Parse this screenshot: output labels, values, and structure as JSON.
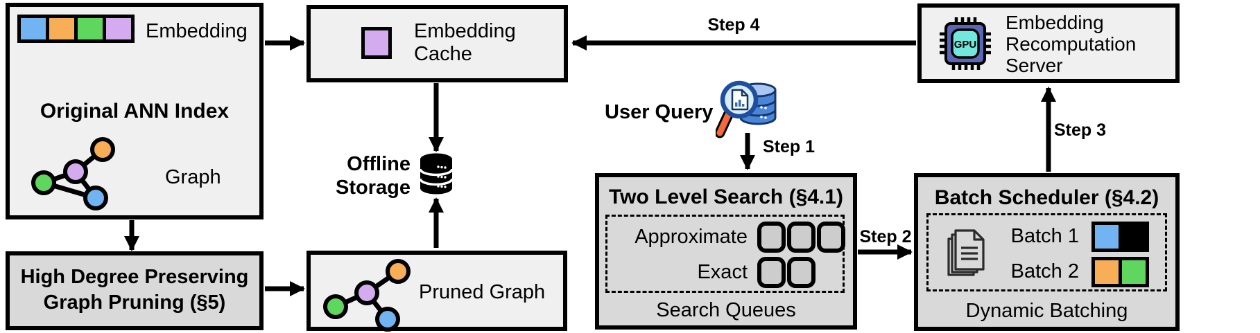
{
  "figure": {
    "kind": "system-architecture-diagram"
  },
  "colors": {
    "blue": "#72B4F2",
    "orange": "#F7AE57",
    "green": "#5FD75F",
    "purple": "#D5ABEF",
    "box_light": "#F0F0F0",
    "box_dark": "#D9D9D9",
    "queue_fill": "#CDCDCD",
    "chip_body": "#5A67B5",
    "chip_core": "#72E7DB",
    "db_blue": "#4A86D8",
    "db_blue_dark": "#16356F",
    "db_blue_light": "#A9C6EE",
    "lens_fill": "#D8ECF8",
    "lens_ring": "#1D4F9E",
    "handle_orange": "#F26A3A",
    "doc_outline": "#2B2B2B"
  },
  "boxes": {
    "ann_index": {
      "embedding_label": "Embedding",
      "title": "Original ANN Index",
      "graph_label": "Graph"
    },
    "graph_pruning": {
      "line1": "High Degree Preserving",
      "line2": "Graph Pruning (§5)"
    },
    "embedding_cache": {
      "line1": "Embedding",
      "line2": "Cache"
    },
    "offline_storage": {
      "line1": "Offline",
      "line2": "Storage"
    },
    "pruned_graph": {
      "label": "Pruned Graph"
    },
    "two_level_search": {
      "title": "Two Level Search (§4.1)",
      "approximate_label": "Approximate",
      "exact_label": "Exact",
      "approximate_slots": 3,
      "exact_slots": 2,
      "footer": "Search Queues"
    },
    "batch_scheduler": {
      "title": "Batch Scheduler (§4.2)",
      "batch1_label": "Batch 1",
      "batch2_label": "Batch 2",
      "footer": "Dynamic Batching"
    },
    "recomputation_server": {
      "line1": "Embedding",
      "line2": "Recomputation",
      "line3": "Server",
      "chip_label": "GPU"
    }
  },
  "flow": {
    "user_query_label": "User Query",
    "step1": "Step 1",
    "step2": "Step 2",
    "step3": "Step 3",
    "step4": "Step 4"
  }
}
